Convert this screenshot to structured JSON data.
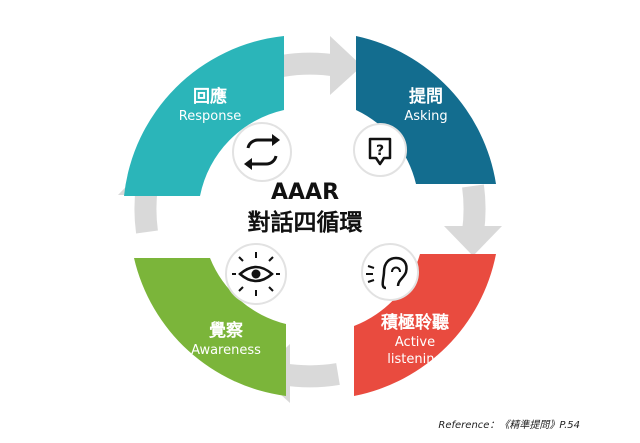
{
  "center": {
    "title": "AAAR",
    "subtitle": "對話四循環"
  },
  "segments": [
    {
      "id": "response",
      "zh": "回應",
      "en": "Response",
      "color": "#2bb5b9",
      "icon": "cycle-arrows-icon"
    },
    {
      "id": "asking",
      "zh": "提問",
      "en": "Asking",
      "color": "#136d8f",
      "icon": "question-bubble-icon"
    },
    {
      "id": "active-listening",
      "zh": "積極聆聽",
      "en_line1": "Active",
      "en_line2": "listening",
      "color": "#e94b3f",
      "icon": "ear-icon"
    },
    {
      "id": "awareness",
      "zh": "覺察",
      "en": "Awareness",
      "color": "#7bb53a",
      "icon": "eye-icon"
    }
  ],
  "arrow_color": "#d9d9d9",
  "reference": "Reference：《精準提問》P.54"
}
